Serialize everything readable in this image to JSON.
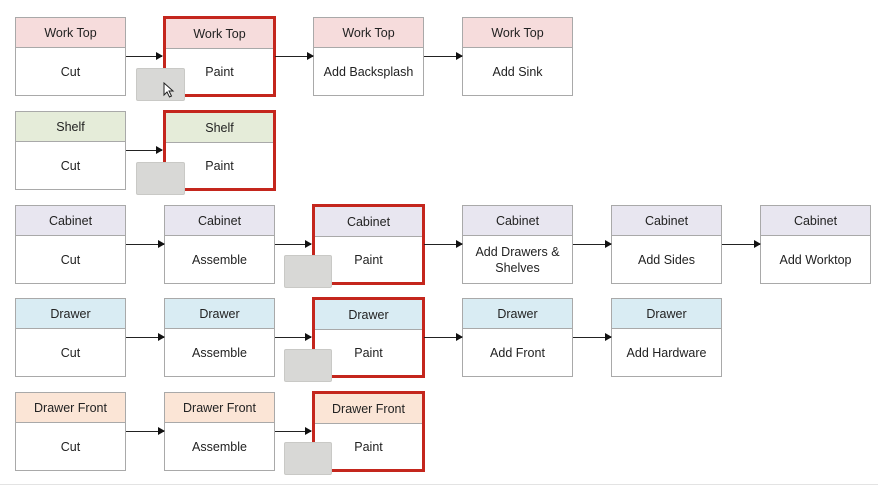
{
  "colors": {
    "work_top": "#f6dcdc",
    "shelf": "#e5ecd9",
    "cabinet": "#e8e6f0",
    "drawer": "#d9ecf3",
    "drawer_front": "#fbe5d6",
    "highlight": "#c4261d"
  },
  "rows": [
    {
      "name": "work-top",
      "color_key": "work_top",
      "nodes": [
        {
          "header": "Work Top",
          "body": "Cut",
          "highlight": false
        },
        {
          "header": "Work Top",
          "body": "Paint",
          "highlight": true
        },
        {
          "header": "Work Top",
          "body": "Add Backsplash",
          "highlight": false
        },
        {
          "header": "Work Top",
          "body": "Add Sink",
          "highlight": false
        }
      ]
    },
    {
      "name": "shelf",
      "color_key": "shelf",
      "nodes": [
        {
          "header": "Shelf",
          "body": "Cut",
          "highlight": false
        },
        {
          "header": "Shelf",
          "body": "Paint",
          "highlight": true
        }
      ]
    },
    {
      "name": "cabinet",
      "color_key": "cabinet",
      "nodes": [
        {
          "header": "Cabinet",
          "body": "Cut",
          "highlight": false
        },
        {
          "header": "Cabinet",
          "body": "Assemble",
          "highlight": false
        },
        {
          "header": "Cabinet",
          "body": "Paint",
          "highlight": true
        },
        {
          "header": "Cabinet",
          "body": "Add Drawers & Shelves",
          "highlight": false
        },
        {
          "header": "Cabinet",
          "body": "Add Sides",
          "highlight": false
        },
        {
          "header": "Cabinet",
          "body": "Add Worktop",
          "highlight": false
        }
      ]
    },
    {
      "name": "drawer",
      "color_key": "drawer",
      "nodes": [
        {
          "header": "Drawer",
          "body": "Cut",
          "highlight": false
        },
        {
          "header": "Drawer",
          "body": "Assemble",
          "highlight": false
        },
        {
          "header": "Drawer",
          "body": "Paint",
          "highlight": true
        },
        {
          "header": "Drawer",
          "body": "Add Front",
          "highlight": false
        },
        {
          "header": "Drawer",
          "body": "Add Hardware",
          "highlight": false
        }
      ]
    },
    {
      "name": "drawer-front",
      "color_key": "drawer_front",
      "nodes": [
        {
          "header": "Drawer Front",
          "body": "Cut",
          "highlight": false
        },
        {
          "header": "Drawer Front",
          "body": "Assemble",
          "highlight": false
        },
        {
          "header": "Drawer Front",
          "body": "Paint",
          "highlight": true
        }
      ]
    }
  ]
}
